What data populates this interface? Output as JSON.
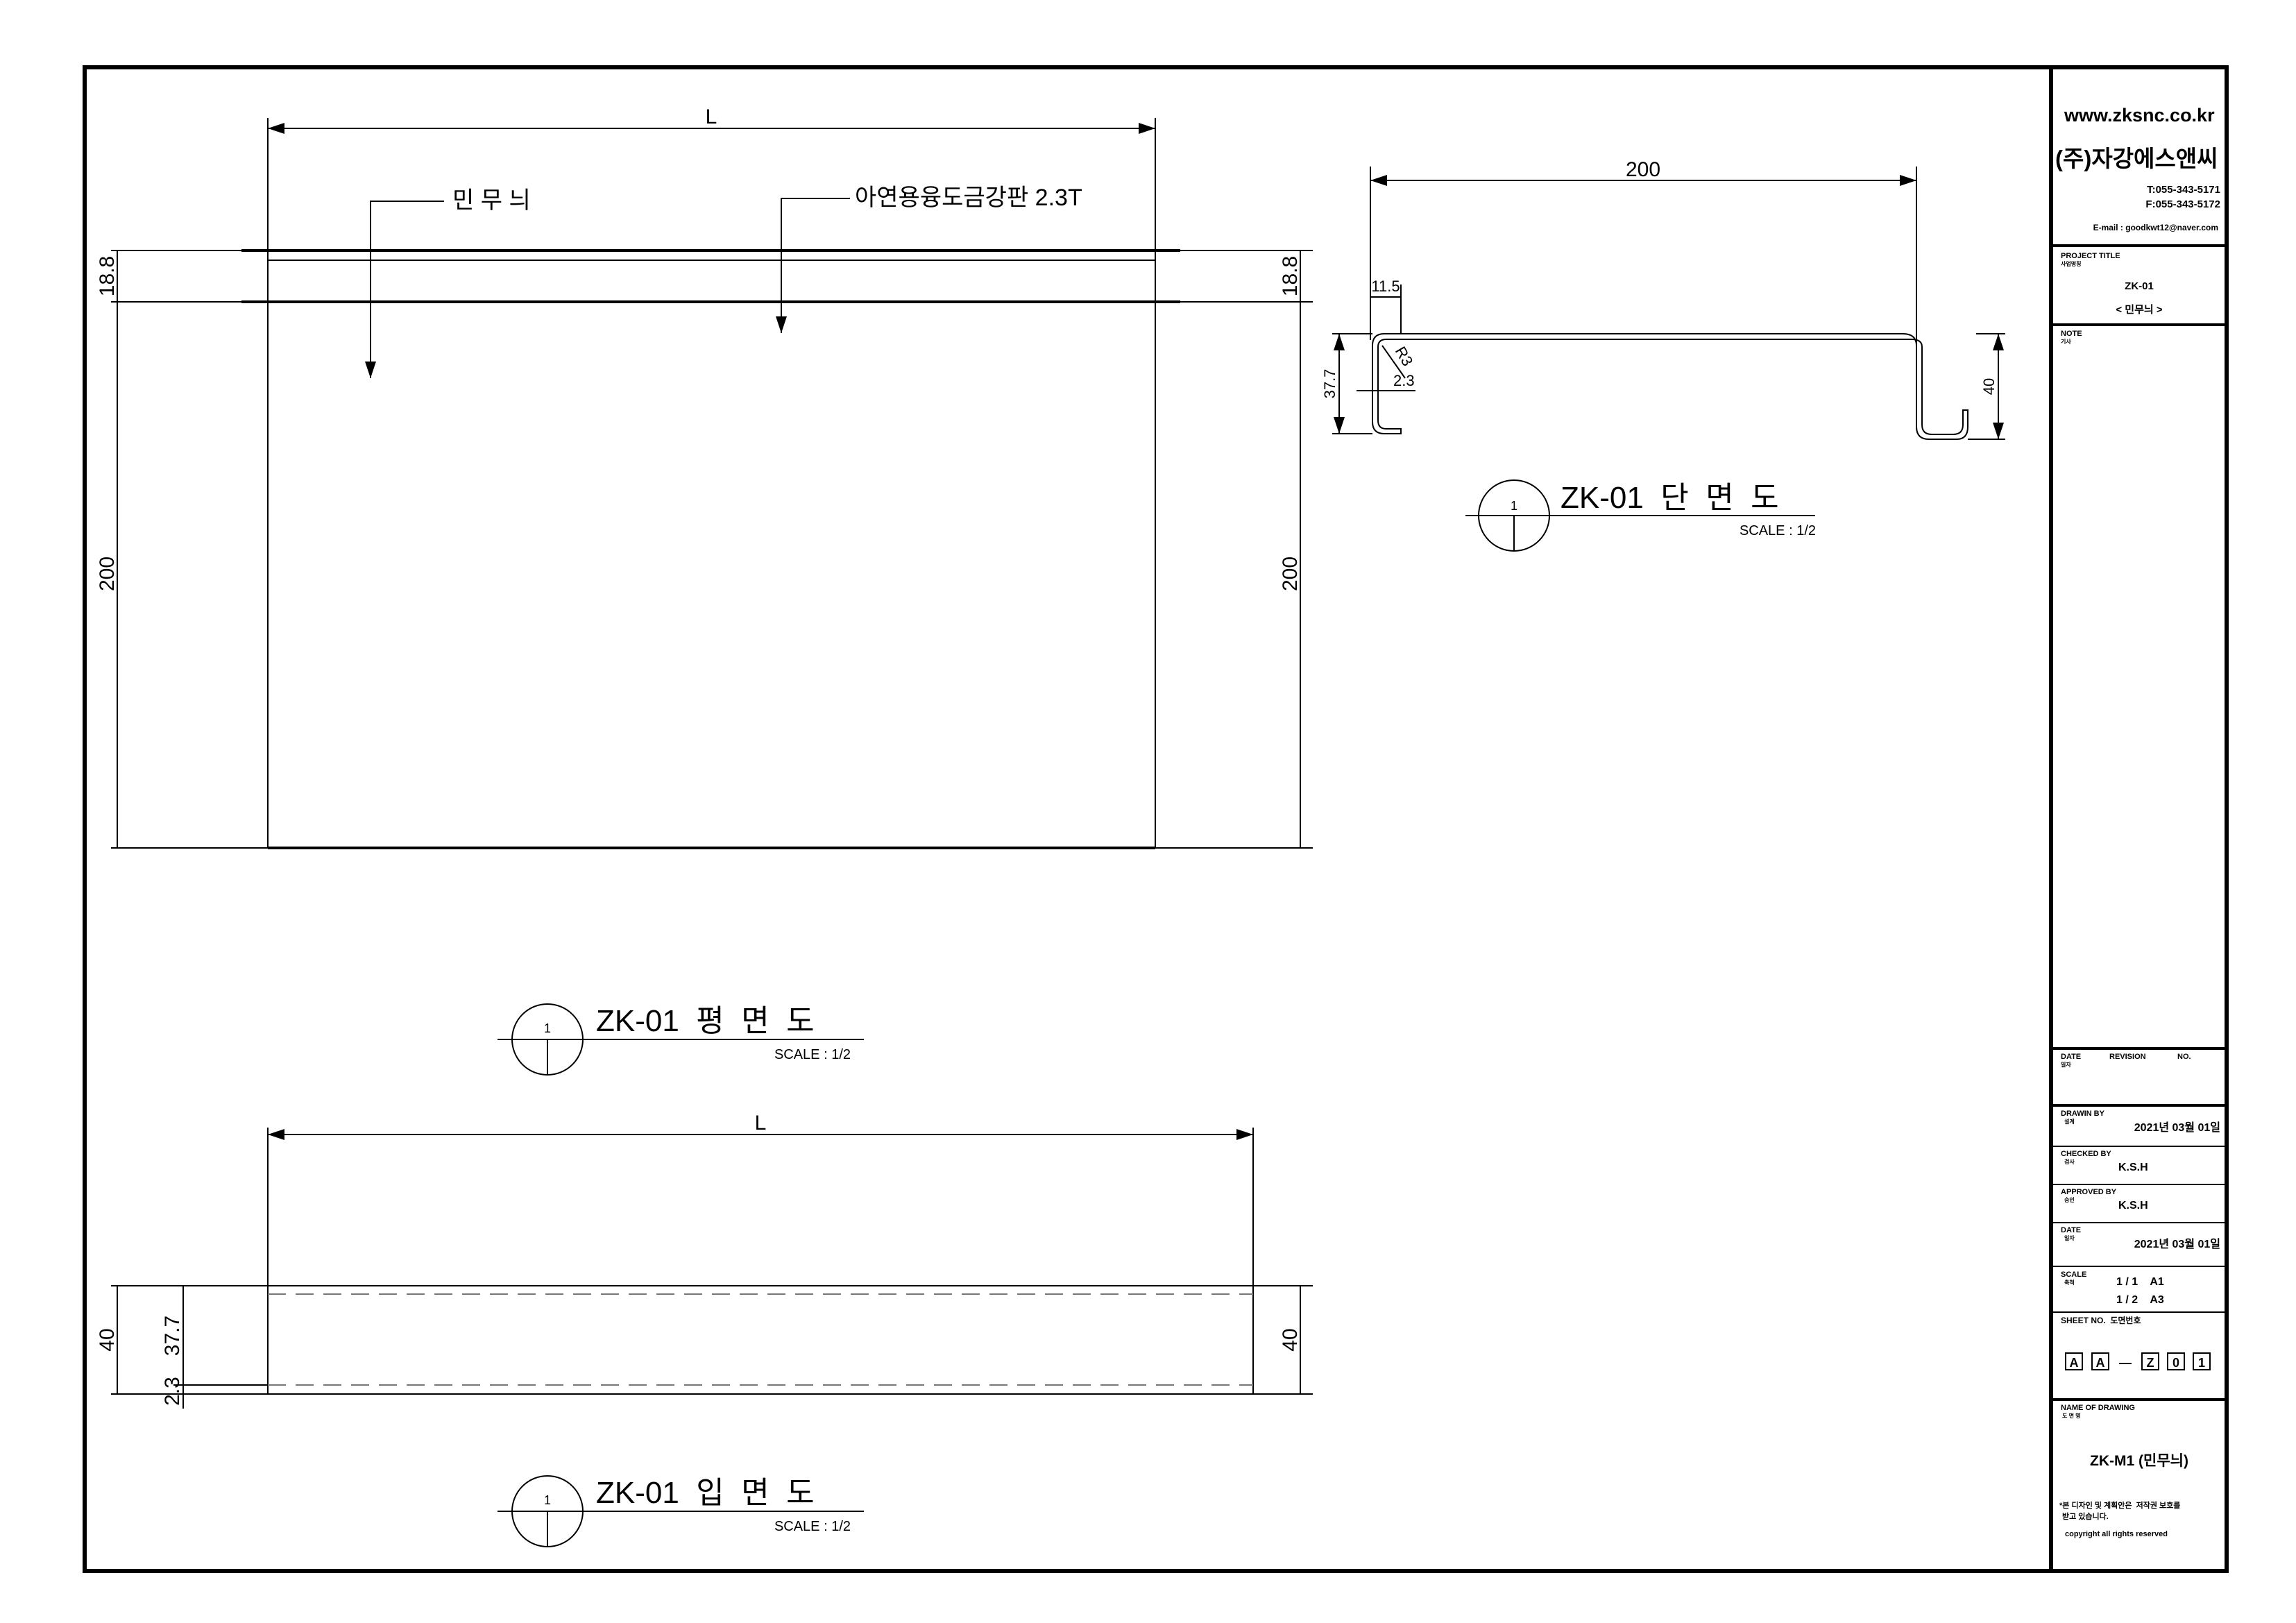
{
  "plan_view": {
    "length_label": "L",
    "dim_top": "18.8",
    "dim_height": "200",
    "note_1": "민 무 늬",
    "note_2": "아연용융도금강판 2.3T",
    "title_number": "1",
    "title": "ZK-01  평  면  도",
    "scale": "SCALE : 1/2"
  },
  "section_view": {
    "dim_width": "200",
    "dim_lip": "11.5",
    "dim_radius": "R3",
    "dim_thickness": "2.3",
    "dim_left_height": "37.7",
    "dim_right_height": "40",
    "title_number": "1",
    "title": "ZK-01  단  면  도",
    "scale": "SCALE : 1/2"
  },
  "elevation_view": {
    "length_label": "L",
    "dim_total": "40",
    "dim_upper": "37.7",
    "dim_lower": "2.3",
    "dim_right": "40",
    "title_number": "1",
    "title": "ZK-01  입  면  도",
    "scale": "SCALE : 1/2"
  },
  "title_block": {
    "website": "www.zksnc.co.kr",
    "company": "(주)자강에스앤씨",
    "tel": "T:055-343-5171",
    "fax": "F:055-343-5172",
    "email": "E-mail : goodkwt12@naver.com",
    "project_title_label": "PROJECT TITLE",
    "project_title_sub": "사업명칭",
    "project_code": "ZK-01",
    "project_name": "< 민무늬 >",
    "note_label": "NOTE",
    "note_sub": "기사",
    "date_label": "DATE",
    "date_sub": "일자",
    "revision_label": "REVISION",
    "no_label": "NO.",
    "drawn_by_label": "DRAWIN BY",
    "drawn_by_sub": "설계",
    "drawn_by_value": "2021년 03월 01일",
    "checked_by_label": "CHECKED BY",
    "checked_by_sub": "검사",
    "checked_by_value": "K.S.H",
    "approved_by_label": "APPROVED BY",
    "approved_by_sub": "승인",
    "approved_by_value": "K.S.H",
    "date2_label": "DATE",
    "date2_sub": "일자",
    "date2_value": "2021년 03월 01일",
    "scale_label": "SCALE",
    "scale_sub": "축척",
    "scale_line1": "1 / 1    A1",
    "scale_line2": "1 / 2    A3",
    "sheet_no_label": "SHEET NO.  도면번호",
    "sheet_chars": [
      "A",
      "A",
      "Z",
      "0",
      "1"
    ],
    "sheet_dash": "—",
    "drawing_name_label": "NAME OF DRAWING",
    "drawing_name_sub": "도 면 명",
    "drawing_name": "ZK-M1 (민무늬)",
    "copyright_kr_1": "*본 디자인 및 계획안은  저작권 보호를",
    "copyright_kr_2": "받고 있습니다.",
    "copyright_en": "copyright all rights reserved"
  }
}
